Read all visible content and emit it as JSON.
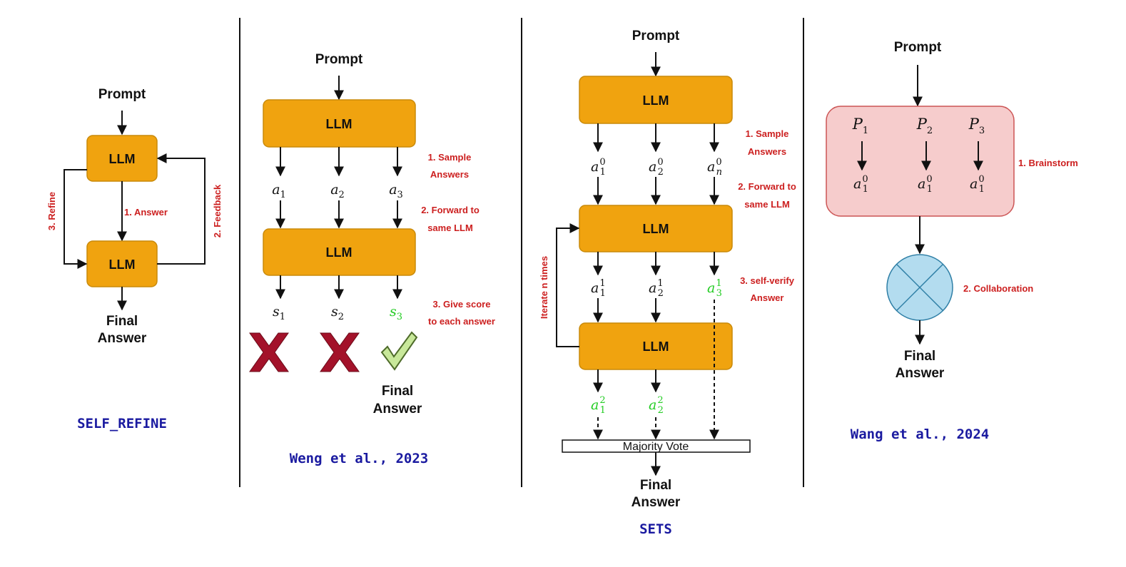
{
  "colors": {
    "llm_fill": "#f0a30f",
    "llm_stroke": "#c98a0a",
    "label_red": "#cc1f1f",
    "caption_blue": "#1a1aa0",
    "highlight_green": "#22cc22",
    "brainstorm_fill": "#f6cccc",
    "brainstorm_stroke": "#cc5555",
    "collab_fill": "#b3dcef",
    "collab_stroke": "#2f7fa6",
    "cross_red": "#a3122a",
    "check_green": "#c8e89a"
  },
  "panel1": {
    "prompt": "Prompt",
    "llm_top": "LLM",
    "llm_bottom": "LLM",
    "answer_label": "1. Answer",
    "feedback_label": "2. Feedback",
    "refine_label": "3. Refine",
    "final_line1": "Final",
    "final_line2": "Answer",
    "caption": "SELF_REFINE"
  },
  "panel2": {
    "prompt": "Prompt",
    "llm_top": "LLM",
    "llm_bottom": "LLM",
    "answers": [
      "a",
      "a",
      "a"
    ],
    "answer_subs": [
      "1",
      "2",
      "3"
    ],
    "scores": [
      "s",
      "s",
      "s"
    ],
    "score_subs": [
      "1",
      "2",
      "3"
    ],
    "sample_line1": "1. Sample",
    "sample_line2": "Answers",
    "forward_line1": "2. Forward to",
    "forward_line2": "same LLM",
    "score_line1": "3. Give score",
    "score_line2": "to each answer",
    "final_line1": "Final",
    "final_line2": "Answer",
    "caption": "Weng et al., 2023",
    "marks": [
      "cross",
      "cross",
      "check"
    ]
  },
  "panel3": {
    "prompt": "Prompt",
    "llm_1": "LLM",
    "llm_2": "LLM",
    "llm_3": "LLM",
    "row1_base": [
      "a",
      "a",
      "a"
    ],
    "row1_sub": [
      "1",
      "2",
      "n"
    ],
    "row1_sup": [
      "0",
      "0",
      "0"
    ],
    "row2_base": [
      "a",
      "a",
      "a"
    ],
    "row2_sub": [
      "1",
      "2",
      "3"
    ],
    "row2_sup": [
      "1",
      "1",
      "1"
    ],
    "row3_base": [
      "a",
      "a"
    ],
    "row3_sub": [
      "1",
      "2"
    ],
    "row3_sup": [
      "2",
      "2"
    ],
    "sample_line1": "1. Sample",
    "sample_line2": "Answers",
    "forward_line1": "2. Forward to",
    "forward_line2": "same LLM",
    "verify_line1": "3. self-verify",
    "verify_line2": "Answer",
    "iterate_label": "Iterate n times",
    "majority_vote": "Majority Vote",
    "final_line1": "Final",
    "final_line2": "Answer",
    "caption": "SETS"
  },
  "panel4": {
    "prompt": "Prompt",
    "p_base": [
      "P",
      "P",
      "P"
    ],
    "p_sub": [
      "1",
      "2",
      "3"
    ],
    "a_base": [
      "a",
      "a",
      "a"
    ],
    "a_sub": [
      "1",
      "1",
      "1"
    ],
    "a_sup": [
      "0",
      "0",
      "0"
    ],
    "brainstorm_label": "1. Brainstorm",
    "collab_label": "2. Collaboration",
    "final_line1": "Final",
    "final_line2": "Answer",
    "caption": "Wang et al., 2024"
  }
}
